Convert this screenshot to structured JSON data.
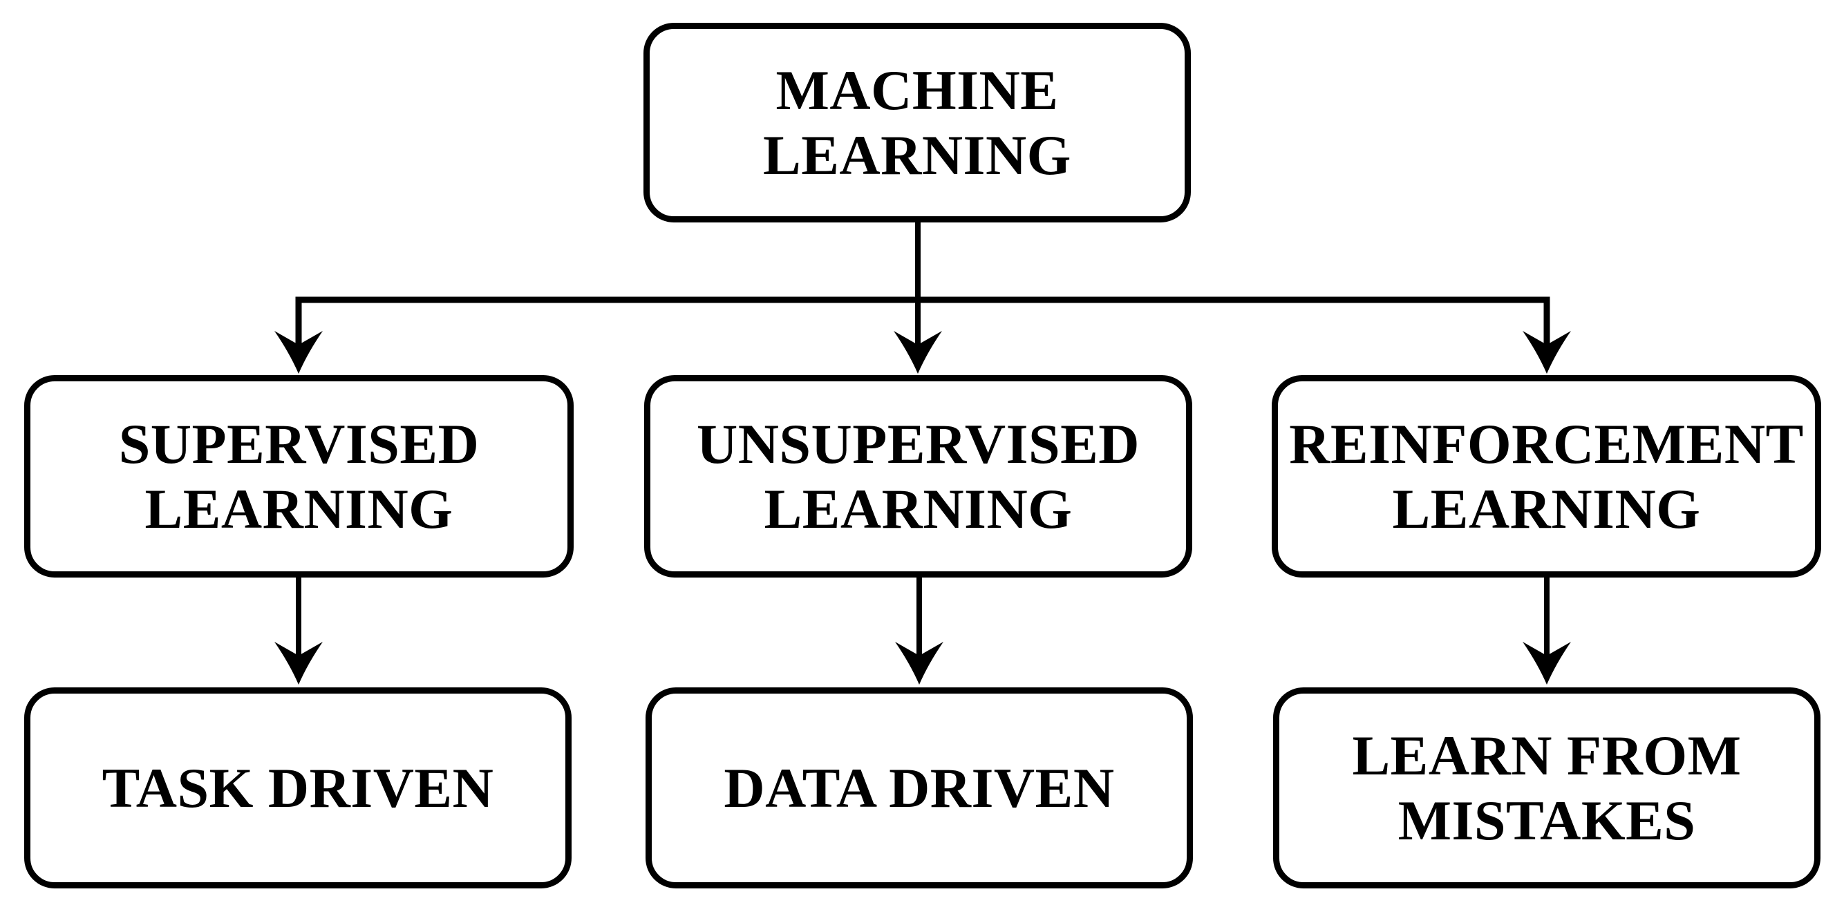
{
  "page": {
    "background_color": "#ffffff"
  },
  "diagram": {
    "type": "flowchart",
    "direction": "top-down",
    "nodes": {
      "root": {
        "id": "machine-learning",
        "label": "MACHINE\nLEARNING"
      },
      "level2": [
        {
          "id": "supervised-learning",
          "label": "SUPERVISED\nLEARNING"
        },
        {
          "id": "unsupervised-learning",
          "label": "UNSUPERVISED\nLEARNING"
        },
        {
          "id": "reinforcement-learning",
          "label": "REINFORCEMENT\nLEARNING"
        }
      ],
      "level3": [
        {
          "id": "task-driven",
          "label": "TASK DRIVEN"
        },
        {
          "id": "data-driven",
          "label": "DATA DRIVEN"
        },
        {
          "id": "learn-from-mistakes",
          "label": "LEARN FROM\nMISTAKES"
        }
      ]
    },
    "edges": [
      {
        "from": "machine-learning",
        "to": "supervised-learning",
        "arrow": "down"
      },
      {
        "from": "machine-learning",
        "to": "unsupervised-learning",
        "arrow": "down"
      },
      {
        "from": "machine-learning",
        "to": "reinforcement-learning",
        "arrow": "down"
      },
      {
        "from": "supervised-learning",
        "to": "task-driven",
        "arrow": "down"
      },
      {
        "from": "unsupervised-learning",
        "to": "data-driven",
        "arrow": "down"
      },
      {
        "from": "reinforcement-learning",
        "to": "learn-from-mistakes",
        "arrow": "down"
      }
    ],
    "style": {
      "node_fill": "#ffffff",
      "node_border_color": "#000000",
      "text_color": "#000000",
      "connector_color": "#000000"
    }
  }
}
